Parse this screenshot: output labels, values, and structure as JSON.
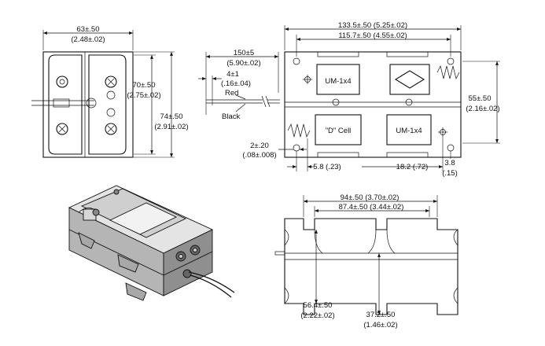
{
  "front_view": {
    "width_dim": "63±.50",
    "width_dim_in": "(2.48±.02)",
    "inner_height_dim": "70±.50",
    "inner_height_dim_in": "(2.75±.02)",
    "outer_height_dim": "74±.50",
    "outer_height_dim_in": "(2.91±.02)"
  },
  "wire_view": {
    "lead_length_dim": "150±5",
    "lead_length_dim_in": "(5.90±.02)",
    "strip_dim": "4±1",
    "strip_dim_in": "(.16±.04)",
    "red_label": "Red",
    "black_label": "Black"
  },
  "top_view": {
    "overall_length_dim": "133.5±.50 (5.25±.02)",
    "hole_spacing_dim": "115.7±.50 (4.55±.02)",
    "height_dim": "55±.50",
    "height_dim_in": "(2.16±.02)",
    "hole_dia_dim": "2±.20",
    "hole_dia_dim_in": "(.08±.008)",
    "edge_offset_dim": "5.8 (.23)",
    "center_offset_dim": "18.2 (.72)",
    "small_dim": "3.8",
    "small_dim_in": "(.15)",
    "label_um_left": "UM-1x4",
    "label_um_right": "UM-1x4",
    "label_d_cell": "\"D\" Cell"
  },
  "side_view": {
    "outer_width_dim": "94±.50 (3.70±.02)",
    "inner_width_dim": "87.4±.50 (3.44±.02)",
    "height_dim": "56.4±.50",
    "height_dim_in": "(2.22±.02)",
    "center_dim": "37.2±.50",
    "center_dim_in": "(1.46±.02)"
  }
}
